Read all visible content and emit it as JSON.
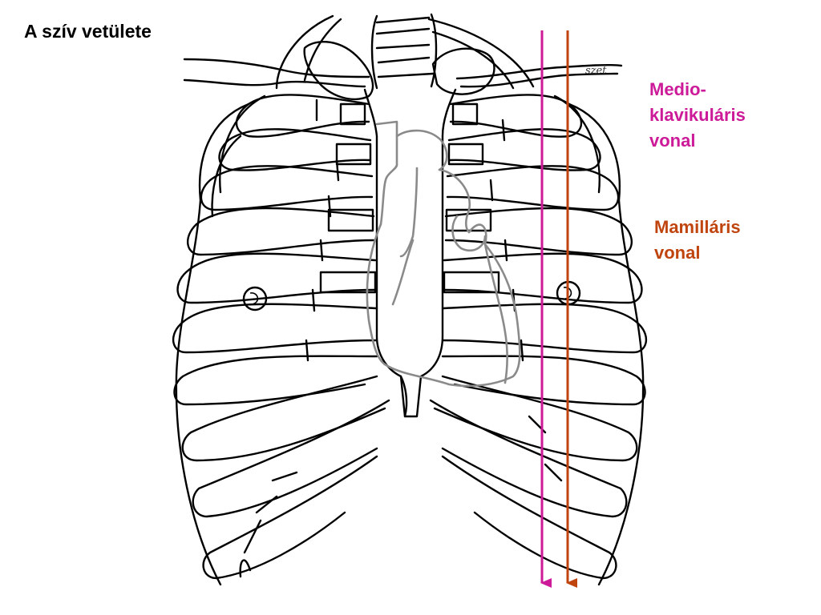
{
  "title": "A szív vetülete",
  "labels": {
    "midclavicular": [
      "Medio-",
      "klavikuláris",
      "vonal"
    ],
    "mamillary": [
      "Mamilláris",
      "vonal"
    ]
  },
  "signature": "szet",
  "colors": {
    "midclavicular": "#cc1a99",
    "mamillary": "#c0440e",
    "bone": "#000000",
    "heart": "#8a8a8a",
    "background": "#ffffff"
  },
  "icons": {
    "midclavicular_line": "arrow-down-icon",
    "mamillary_line": "arrow-down-icon",
    "nipple_left": "nipple-icon",
    "nipple_right": "nipple-icon"
  }
}
